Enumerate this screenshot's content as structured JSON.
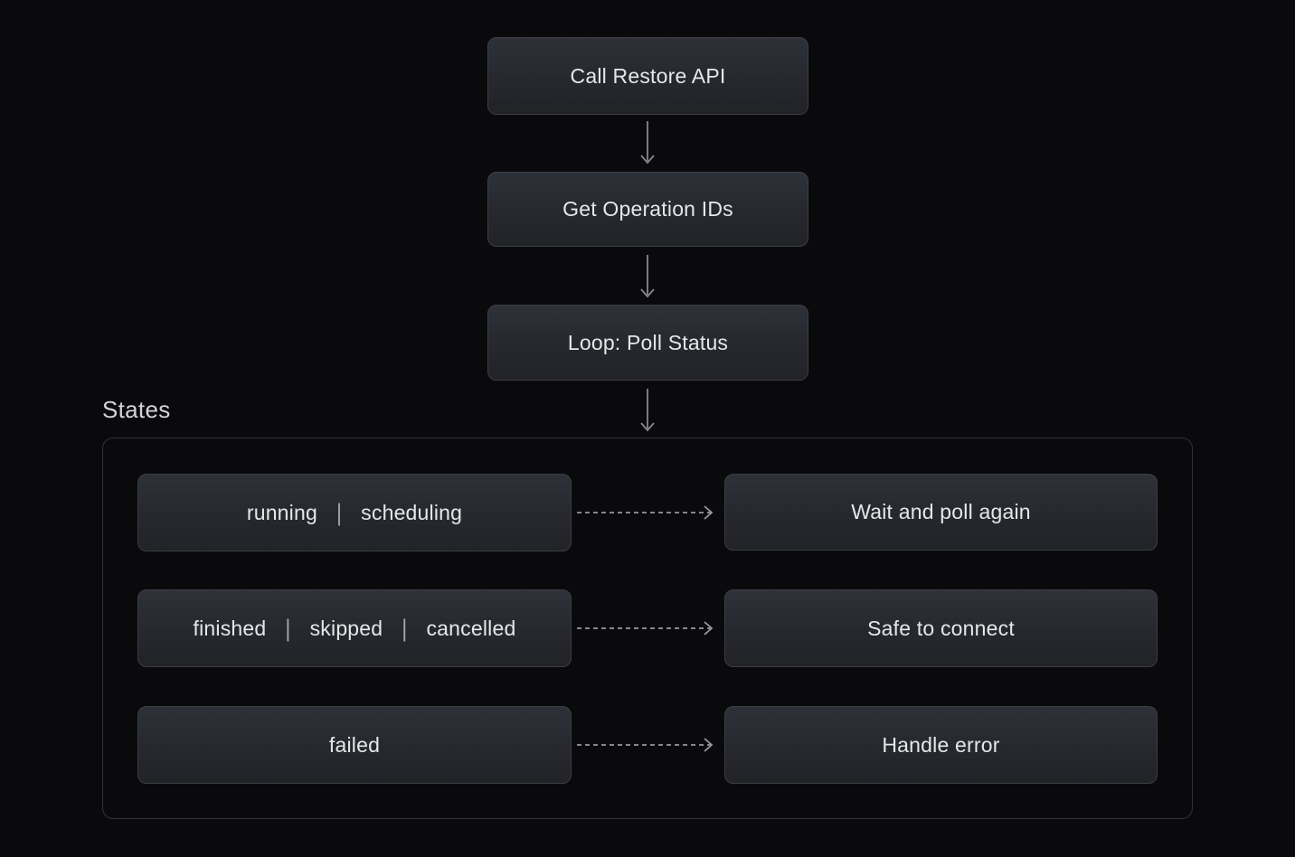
{
  "diagram": {
    "steps": [
      {
        "label": "Call Restore API"
      },
      {
        "label": "Get Operation IDs"
      },
      {
        "label": "Loop: Poll Status"
      }
    ],
    "separator": "|",
    "section": {
      "label": "States"
    },
    "states": [
      {
        "conditions": [
          "running",
          "scheduling"
        ],
        "action": "Wait and poll again"
      },
      {
        "conditions": [
          "finished",
          "skipped",
          "cancelled"
        ],
        "action": "Safe to connect"
      },
      {
        "conditions": [
          "failed"
        ],
        "action": "Handle error"
      }
    ],
    "icons": [
      "down-arrow-icon",
      "dashed-right-arrow-icon"
    ]
  },
  "colors": {
    "background": "#0a0a0c",
    "node_border": "#3b3e45",
    "node_gradient_top": "#2e3138",
    "node_gradient_bottom": "#212327",
    "node_text": "#e6e7e9",
    "pipe_separator": "#b9bcc1",
    "section_label": "#d2d4d7",
    "solid_arrow": "#85888d",
    "dashed_arrow": "#96999e",
    "container_border": "#30333a"
  }
}
